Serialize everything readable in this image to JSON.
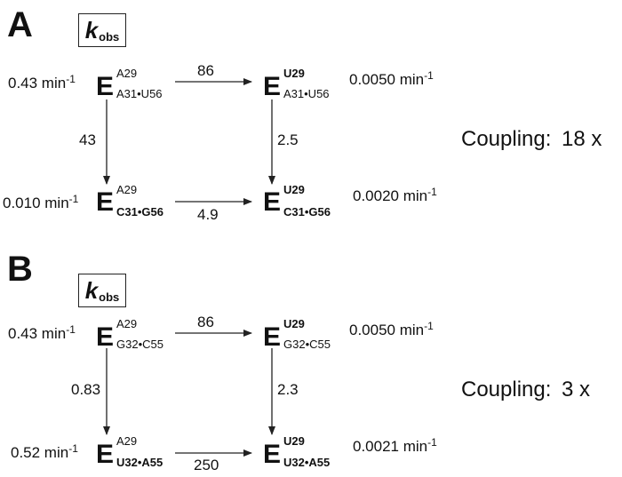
{
  "panels": [
    {
      "letter": "A",
      "kobs": {
        "k": "k",
        "sub": "obs"
      },
      "tl": {
        "rate_value": "0.43 min",
        "rate_exp": "-1",
        "E": "E",
        "sup": "A29",
        "sub": "A31•U56"
      },
      "tr": {
        "rate_value": "0.0050 min",
        "rate_exp": "-1",
        "E": "E",
        "sup": "U29",
        "sub": "A31•U56"
      },
      "bl": {
        "rate_value": "0.010 min",
        "rate_exp": "-1",
        "E": "E",
        "sup": "A29",
        "sub": "C31•G56"
      },
      "br": {
        "rate_value": "0.0020 min",
        "rate_exp": "-1",
        "E": "E",
        "sup": "U29",
        "sub": "C31•G56"
      },
      "top_arrow": "86",
      "left_arrow": "43",
      "right_arrow": "2.5",
      "bottom_arrow": "4.9",
      "coupling_label": "Coupling:",
      "coupling_value": "18 x"
    },
    {
      "letter": "B",
      "kobs": {
        "k": "k",
        "sub": "obs"
      },
      "tl": {
        "rate_value": "0.43 min",
        "rate_exp": "-1",
        "E": "E",
        "sup": "A29",
        "sub": "G32•C55"
      },
      "tr": {
        "rate_value": "0.0050 min",
        "rate_exp": "-1",
        "E": "E",
        "sup": "U29",
        "sub": "G32•C55"
      },
      "bl": {
        "rate_value": "0.52 min",
        "rate_exp": "-1",
        "E": "E",
        "sup": "A29",
        "sub": "U32•A55"
      },
      "br": {
        "rate_value": "0.0021 min",
        "rate_exp": "-1",
        "E": "E",
        "sup": "U29",
        "sub": "U32•A55"
      },
      "top_arrow": "86",
      "left_arrow": "0.83",
      "right_arrow": "2.3",
      "bottom_arrow": "250",
      "coupling_label": "Coupling:",
      "coupling_value": "3 x"
    }
  ]
}
